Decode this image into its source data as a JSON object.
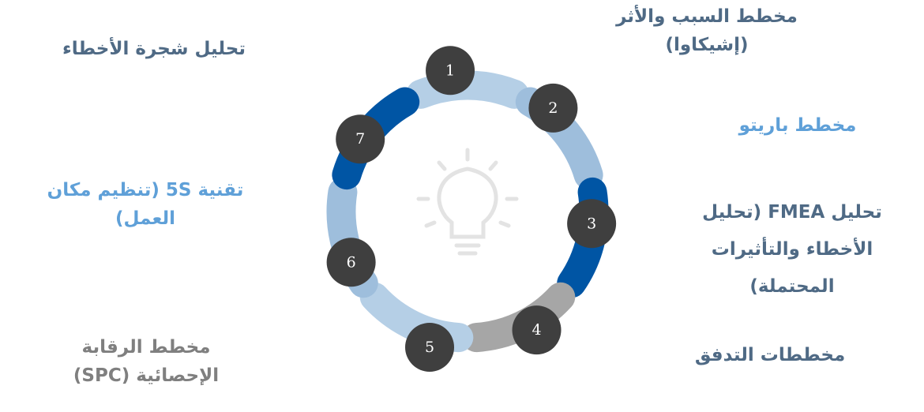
{
  "center_icon": "lightbulb-icon",
  "colors": {
    "dark_blue": "#0055A4",
    "mid_blue": "#9EBEDC",
    "light_blue": "#B5CFE6",
    "gray": "#A6A6A6",
    "circle": "#3F3F3F",
    "label_dark": "#4F6A85",
    "label_accent": "#5FA0D8",
    "label_gray": "#7F7F7F"
  },
  "segments": [
    {
      "number": "1",
      "label_lines": [
        "مخطط السبب والأثر",
        "(إشيكاوا)"
      ],
      "color": "#B5CFE6"
    },
    {
      "number": "2",
      "label_lines": [
        "مخطط باريتو"
      ],
      "color": "#9EBEDC"
    },
    {
      "number": "3",
      "label_lines": [
        "تحليل FMEA (تحليل",
        "الأخطاء والتأثيرات",
        "المحتملة)"
      ],
      "color": "#0055A4"
    },
    {
      "number": "4",
      "label_lines": [
        "مخططات التدفق"
      ],
      "color": "#A6A6A6"
    },
    {
      "number": "5",
      "label_lines": [
        "مخطط الرقابة",
        "الإحصائية (SPC)"
      ],
      "color": "#B5CFE6"
    },
    {
      "number": "6",
      "label_lines": [
        "تقنية 5S (تنظيم مكان",
        "العمل)"
      ],
      "color": "#9EBEDC"
    },
    {
      "number": "7",
      "label_lines": [
        "تحليل شجرة الأخطاء"
      ],
      "color": "#0055A4"
    }
  ]
}
